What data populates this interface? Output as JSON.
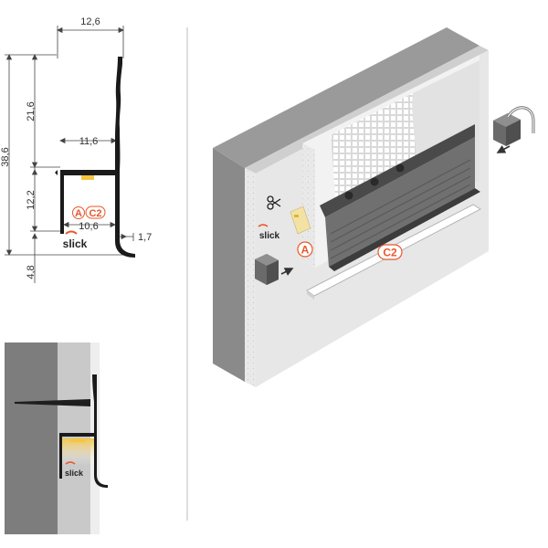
{
  "dimensions": {
    "width_top": "12,6",
    "height_total": "38,6",
    "height_upper": "21,6",
    "width_inner_upper": "11,6",
    "height_channel": "12,2",
    "width_channel": "10,6",
    "wall_thickness": "1,7",
    "height_lip": "4,8"
  },
  "labels": {
    "profile_code": "A",
    "cover_code": "C2",
    "brand": "slick"
  },
  "colors": {
    "accent": "#e8572a",
    "profile": "#1a1a1a",
    "wall_dark": "#7a7a7a",
    "wall_light": "#e6e6e6",
    "led": "#f5c542"
  },
  "icons": {
    "cut": "scissors-icon",
    "direction": "arrow-icon"
  }
}
